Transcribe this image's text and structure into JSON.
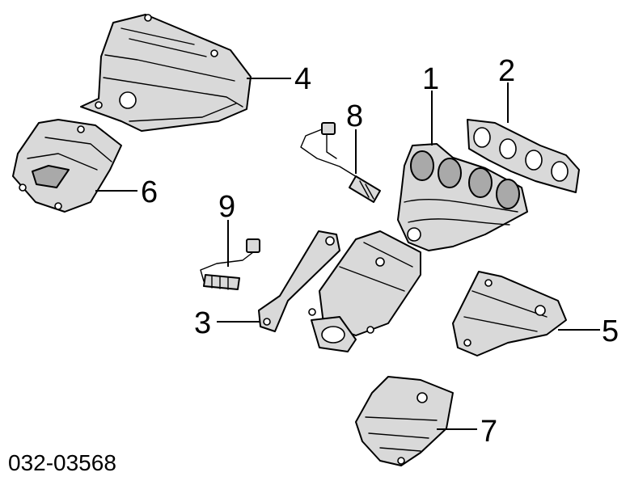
{
  "callouts": {
    "c1": "1",
    "c2": "2",
    "c3": "3",
    "c4": "4",
    "c5": "5",
    "c6": "6",
    "c7": "7",
    "c8": "8",
    "c9": "9"
  },
  "diagram_code": "032-03568"
}
